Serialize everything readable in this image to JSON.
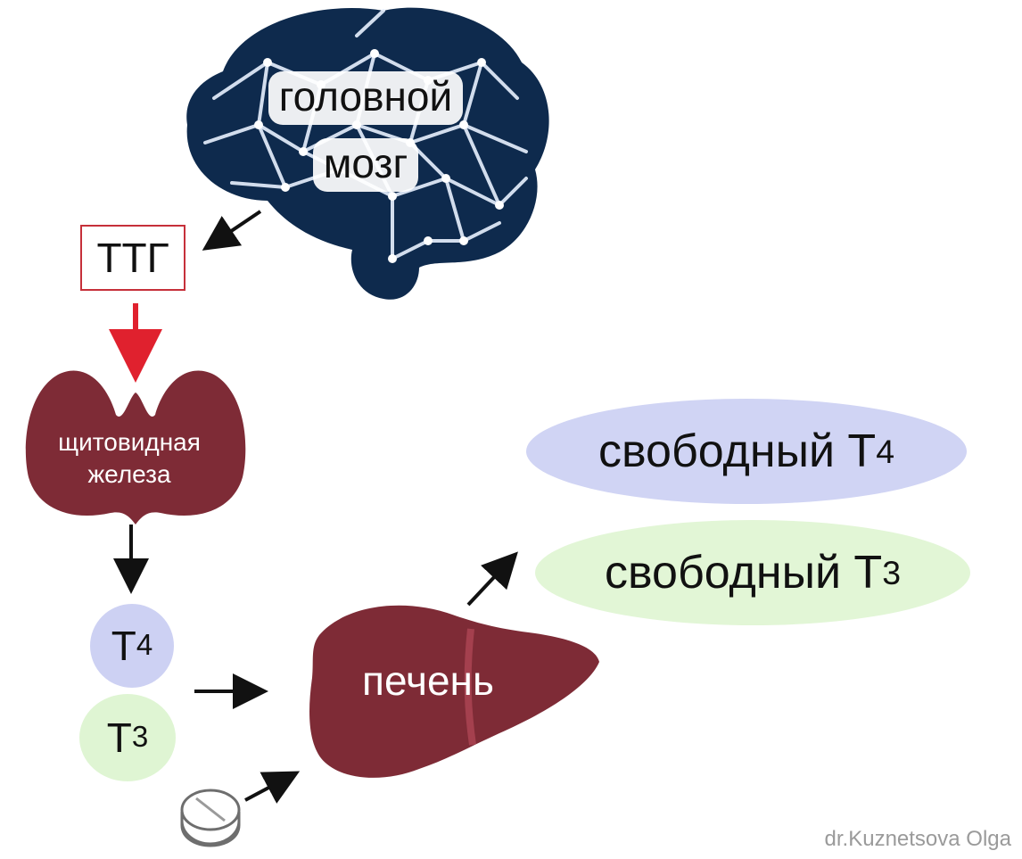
{
  "brain": {
    "line1": "головной",
    "line2": "мозг"
  },
  "tsh": {
    "label": "ТТГ"
  },
  "thyroid": {
    "line1": "щитовидная",
    "line2": "железа"
  },
  "hormones": {
    "t4": {
      "letter": "Т",
      "subscript": "4"
    },
    "t3": {
      "letter": "Т",
      "subscript": "3"
    }
  },
  "liver": {
    "label": "печень"
  },
  "free": {
    "t4": {
      "text": "свободный Т",
      "subscript": "4"
    },
    "t3": {
      "text": "свободный Т",
      "subscript": "3"
    }
  },
  "credit": "dr.Kuznetsova Olga",
  "icons": {
    "brain": "brain-icon",
    "thyroid": "thyroid-icon",
    "liver": "liver-icon",
    "pill": "pill-icon"
  },
  "colors": {
    "brain": "#0e2a4d",
    "organ": "#7e2b36",
    "tsh_arrow": "#e0212e",
    "tsh_border": "#c6303a",
    "t4": "#cdd1f3",
    "t3": "#dff5d3"
  }
}
